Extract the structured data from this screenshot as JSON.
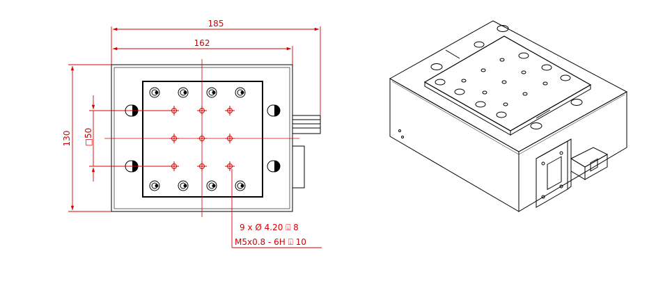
{
  "dimensions": {
    "overall_width": "185",
    "base_width": "162",
    "height": "130",
    "hole_pattern": "□50"
  },
  "callout": {
    "line1": "9 x Ø 4.20 ⍗ 8",
    "line2": "M5x0.8 - 6H ⍗ 10"
  },
  "colors": {
    "dimension": "#d40000",
    "outline": "#000000"
  }
}
